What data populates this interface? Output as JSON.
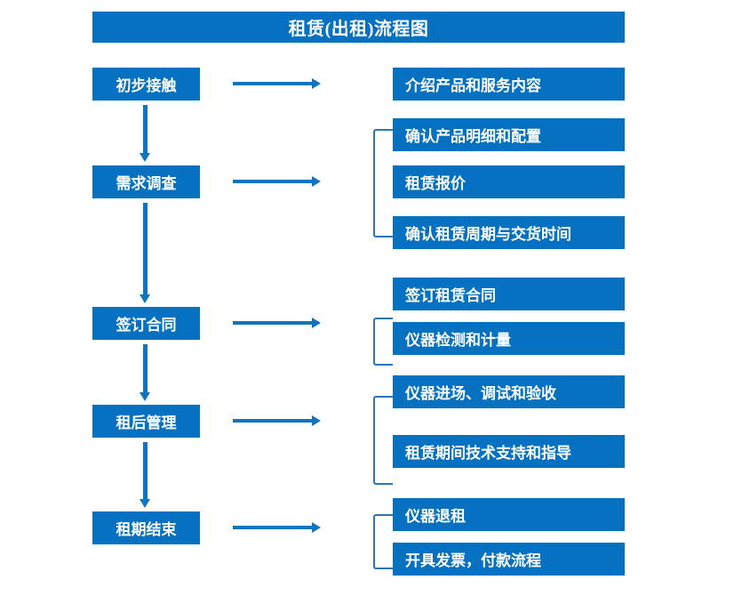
{
  "header": {
    "title": "租赁(出租)流程图",
    "accent_color": "#0571C0"
  },
  "theme": {
    "box_color": "#0571C0",
    "arrow_color": "#1274BC",
    "bracket_color": "#2E75B6",
    "text_color": "#FFFFFF",
    "background_color": "#FFFFFF"
  },
  "flow": {
    "stages": [
      {
        "id": "stage-1",
        "label": "初步接触"
      },
      {
        "id": "stage-2",
        "label": "需求调查"
      },
      {
        "id": "stage-3",
        "label": "签订合同"
      },
      {
        "id": "stage-4",
        "label": "租后管理"
      },
      {
        "id": "stage-5",
        "label": "租期结束"
      }
    ],
    "details": [
      {
        "id": "detail-1",
        "label": "介绍产品和服务内容",
        "stage": "stage-1"
      },
      {
        "id": "detail-2",
        "label": "确认产品明细和配置",
        "stage": "stage-2"
      },
      {
        "id": "detail-3",
        "label": "租赁报价",
        "stage": "stage-2"
      },
      {
        "id": "detail-4",
        "label": "确认租赁周期与交货时间",
        "stage": "stage-2"
      },
      {
        "id": "detail-5",
        "label": "签订租赁合同",
        "stage": "stage-3"
      },
      {
        "id": "detail-6",
        "label": "仪器检测和计量",
        "stage": "stage-3"
      },
      {
        "id": "detail-7",
        "label": "仪器进场、调试和验收",
        "stage": "stage-4"
      },
      {
        "id": "detail-8",
        "label": "租赁期间技术支持和指导",
        "stage": "stage-4"
      },
      {
        "id": "detail-9",
        "label": "仪器退租",
        "stage": "stage-5"
      },
      {
        "id": "detail-10",
        "label": "开具发票，付款流程",
        "stage": "stage-5"
      }
    ]
  }
}
